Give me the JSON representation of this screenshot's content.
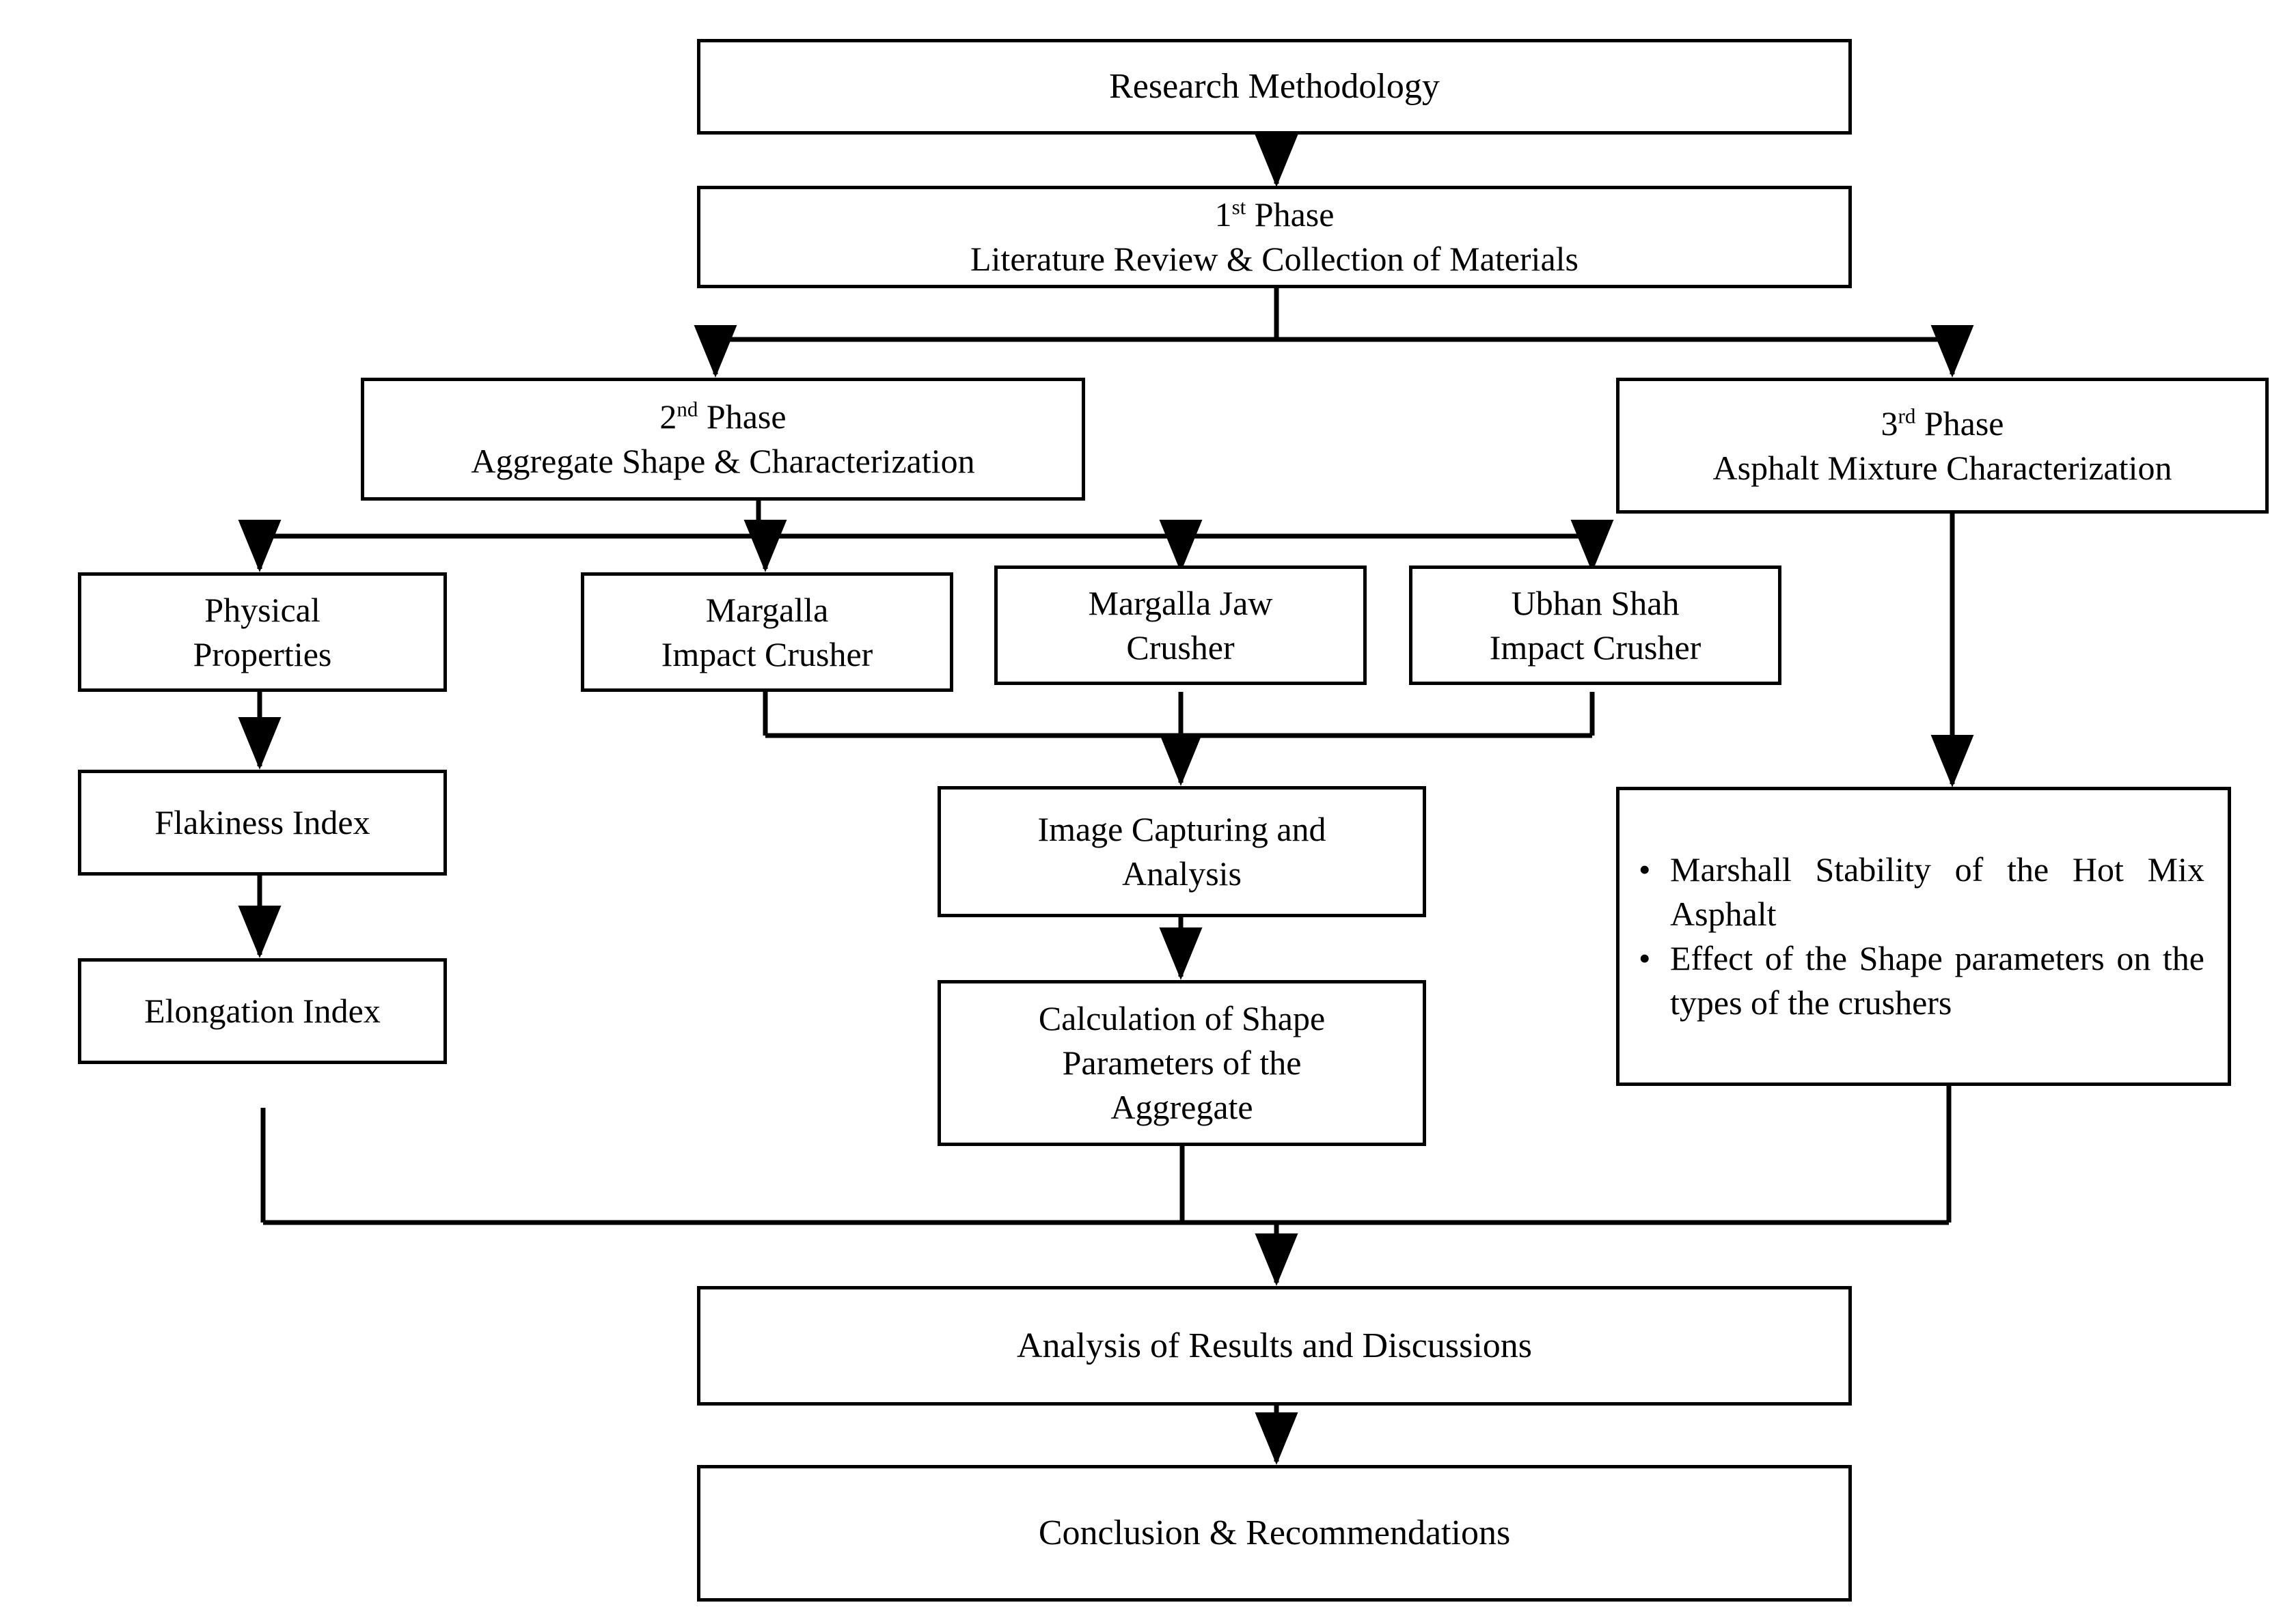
{
  "diagram": {
    "title": "Research Methodology Flowchart",
    "colors": {
      "stroke": "#000000",
      "fill": "#ffffff",
      "text": "#000000"
    },
    "nodes": {
      "research_methodology": {
        "label": "Research Methodology"
      },
      "phase1": {
        "ordinal_number": "1",
        "ordinal_suffix": "st",
        "ordinal_word": " Phase",
        "line2": "Literature Review & Collection of Materials"
      },
      "phase2": {
        "ordinal_number": "2",
        "ordinal_suffix": "nd",
        "ordinal_word": " Phase",
        "line2": "Aggregate  Shape & Characterization"
      },
      "phase3": {
        "ordinal_number": "3",
        "ordinal_suffix": "rd",
        "ordinal_word": " Phase",
        "line2": "Asphalt Mixture Characterization"
      },
      "physical_properties": {
        "line1": "Physical",
        "line2": "Properties"
      },
      "margalla_impact_crusher": {
        "line1": "Margalla",
        "line2": "Impact Crusher"
      },
      "margalla_jaw_crusher": {
        "line1": "Margalla Jaw",
        "line2": "Crusher"
      },
      "ubhan_shah_impact_crusher": {
        "line1": "Ubhan Shah",
        "line2": "Impact Crusher"
      },
      "flakiness_index": {
        "label": "Flakiness Index"
      },
      "elongation_index": {
        "label": "Elongation Index"
      },
      "image_capturing": {
        "line1": "Image  Capturing and",
        "line2": "Analysis"
      },
      "shape_parameters": {
        "line1": "Calculation of Shape",
        "line2": "Parameters of the",
        "line3": "Aggregate"
      },
      "asphalt_outcomes": {
        "bullet_glyph": "•",
        "items": [
          "Marshall Stability of the Hot Mix Asphalt",
          "Effect of the Shape parameters on the types of the crushers"
        ]
      },
      "analysis_results": {
        "label": "Analysis of Results and Discussions"
      },
      "conclusion": {
        "label": "Conclusion & Recommendations"
      }
    }
  }
}
